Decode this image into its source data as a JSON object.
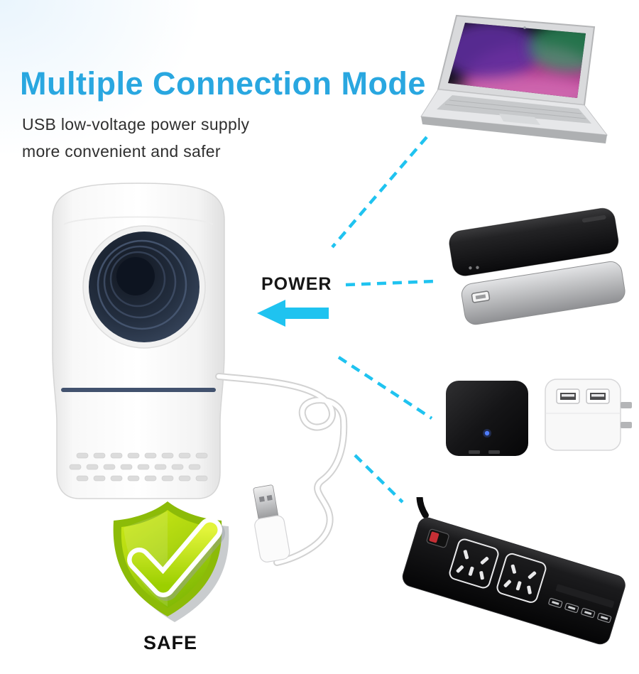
{
  "header": {
    "title": "Multiple Connection Mode",
    "subtitle_line1": "USB low-voltage power supply",
    "subtitle_line2": "more convenient and safer"
  },
  "labels": {
    "power": "POWER",
    "safe": "SAFE"
  },
  "colors": {
    "accent_cyan": "#1fc3f0",
    "title_blue": "#29a7e0",
    "body_text": "#2f2f2f",
    "shield_green": "#a6d400",
    "lamp_ring_navy": "#42526e"
  },
  "illustrations": {
    "source_device": "usb-mosquito-killer-lamp",
    "connected_devices": [
      "macbook-laptop",
      "power-bank",
      "usb-wall-adapters",
      "usb-power-strip"
    ],
    "badge": "safety-shield-with-checkmark"
  }
}
